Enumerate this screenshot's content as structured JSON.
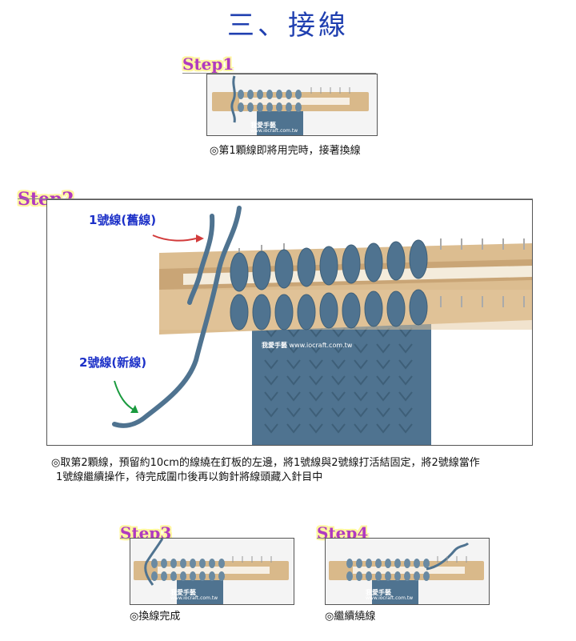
{
  "title": "三、接線",
  "bullet": "◎",
  "watermark": {
    "brand": "我愛手藝",
    "url": "www.iocraft.com.tw"
  },
  "steps": [
    {
      "label": "Step1",
      "caption": "第1顆線即將用完時，接著換線"
    },
    {
      "label": "Step2",
      "caption_line1": "取第2顆線，預留約10cm的線繞在釘板的左邊，將1號線與2號線打活結固定，將2號線當作",
      "caption_line2": "1號線繼續操作，待完成圍巾後再以鉤針將線頭藏入針目中",
      "annotation_old": "1號線(舊線)",
      "annotation_new": "2號線(新線)"
    },
    {
      "label": "Step3",
      "caption": "換線完成"
    },
    {
      "label": "Step4",
      "caption": "繼續繞線"
    }
  ],
  "colors": {
    "title": "#1f3fb0",
    "step_label": "#b03ac0",
    "step_glow": "#fff6a0",
    "annotation": "#1d31c8",
    "yarn": "#4f7390",
    "wood": "#d9b98a"
  }
}
